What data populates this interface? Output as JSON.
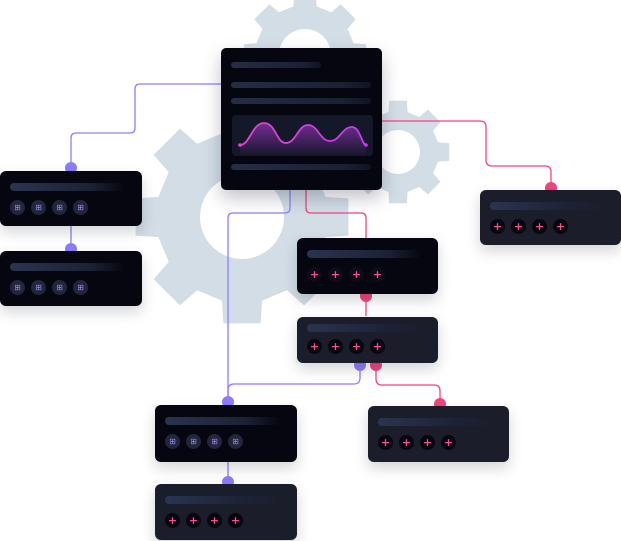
{
  "colors": {
    "gear": "#d3dde6",
    "purple_link": "#8f7bff",
    "pink_link": "#f0457d",
    "card_dark": "#05060f",
    "card_mid": "#1b1d2b",
    "wave": "#c53cf0"
  },
  "background": {
    "gears": [
      {
        "name": "large-gear-icon"
      },
      {
        "name": "top-gear-icon"
      },
      {
        "name": "small-gear-icon"
      }
    ]
  },
  "main_panel": {
    "chart_icon": "wave-chart-icon"
  },
  "cards": [
    {
      "name": "card-left-1",
      "style": "dark",
      "icon": "grid-icon",
      "icons": 4
    },
    {
      "name": "card-left-2",
      "style": "dark",
      "icon": "grid-icon",
      "icons": 4
    },
    {
      "name": "card-right",
      "style": "mid",
      "icon": "plus-icon",
      "icons": 4
    },
    {
      "name": "card-center-1",
      "style": "dark",
      "icon": "plus-icon",
      "icons": 4
    },
    {
      "name": "card-center-2",
      "style": "mid",
      "icon": "plus-icon",
      "icons": 4
    },
    {
      "name": "card-bottom-left-1",
      "style": "dark",
      "icon": "grid-icon",
      "icons": 4
    },
    {
      "name": "card-bottom-left-2",
      "style": "mid",
      "icon": "plus-icon",
      "icons": 4
    },
    {
      "name": "card-bottom-right",
      "style": "mid",
      "icon": "plus-icon",
      "icons": 4
    }
  ],
  "icon_glyphs": {
    "grid-icon": "⊞",
    "plus-icon": "+"
  }
}
